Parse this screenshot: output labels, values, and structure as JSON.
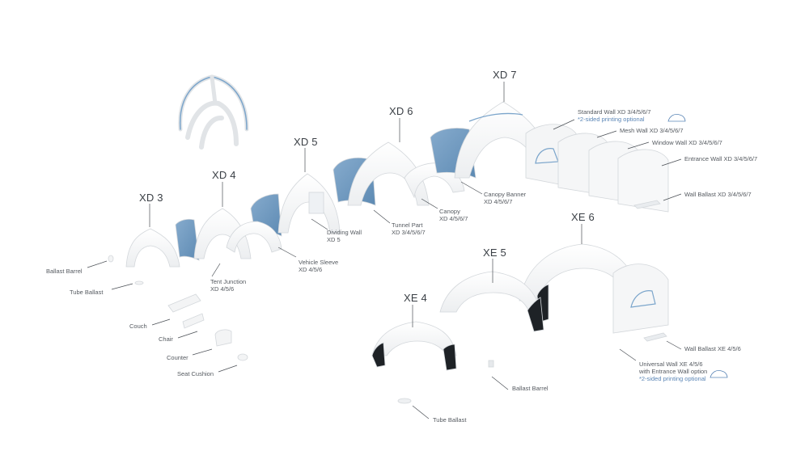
{
  "models": {
    "xd3": "XD 3",
    "xd4": "XD 4",
    "xd5": "XD 5",
    "xd6": "XD 6",
    "xd7": "XD 7",
    "xe4": "XE 4",
    "xe5": "XE 5",
    "xe6": "XE 6"
  },
  "parts": {
    "ballast_barrel_left": "Ballast Barrel",
    "tube_ballast_left": "Tube Ballast",
    "couch": "Couch",
    "chair": "Chair",
    "counter": "Counter",
    "seat_cushion": "Seat Cushion",
    "tent_junction": [
      "Tent Junction",
      "XD 4/5/6"
    ],
    "vehicle_sleeve": [
      "Vehicle Sleeve",
      "XD 4/5/6"
    ],
    "dividing_wall": [
      "Dividing Wall",
      "XD 5"
    ],
    "tunnel_part": [
      "Tunnel Part",
      "XD 3/4/5/6/7"
    ],
    "canopy": [
      "Canopy",
      "XD 4/5/6/7"
    ],
    "canopy_banner": [
      "Canopy Banner",
      "XD 4/5/6/7"
    ],
    "standard_wall": [
      "Standard Wall XD 3/4/5/6/7",
      "*2-sided printing optional"
    ],
    "mesh_wall": "Mesh Wall XD 3/4/5/6/7",
    "window_wall": "Window Wall XD 3/4/5/6/7",
    "entrance_wall": "Entrance Wall  XD 3/4/5/6/7",
    "wall_ballast_xd": "Wall Ballast XD 3/4/5/6/7",
    "wall_ballast_xe": "Wall Ballast XE 4/5/6",
    "universal_wall": [
      "Universal Wall XE 4/5/6",
      "with Entrance Wall option",
      "*2-sided printing optional"
    ],
    "ballast_barrel_xe": "Ballast Barrel",
    "tube_ballast_xe": "Tube Ballast"
  },
  "colors": {
    "accent_blue": "#6f9cc4",
    "panel_white": "#f6f7f8",
    "outline": "#d3d7db",
    "leg_dark": "#1e2226",
    "leader": "#4a4f55"
  }
}
